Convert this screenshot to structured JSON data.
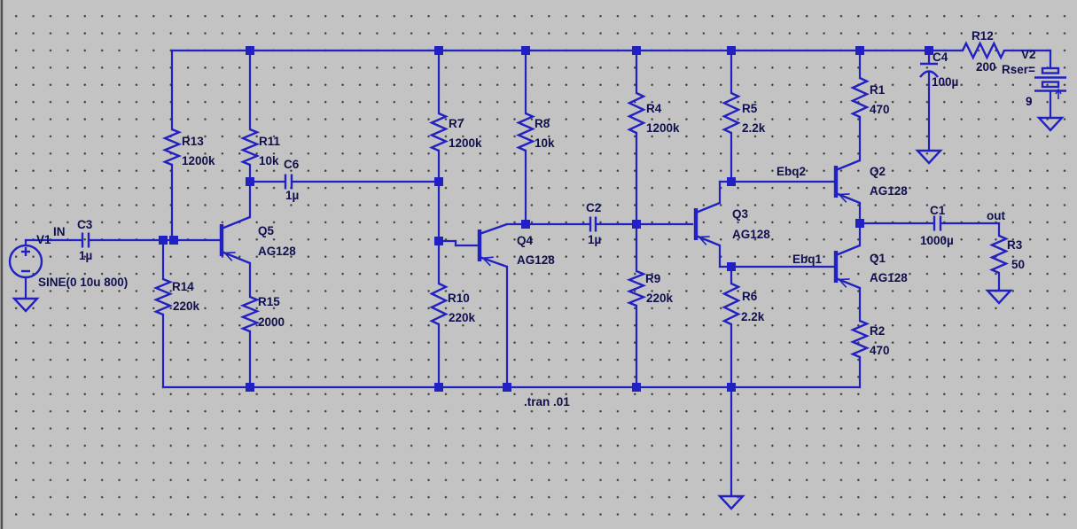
{
  "colors": {
    "wire": "#2121c3",
    "text": "#10104e",
    "background": "#c3c3c3",
    "grid_dot": "#3e3e3e"
  },
  "directive": {
    "text": ".tran .01"
  },
  "nets": {
    "in": "IN",
    "out": "out",
    "ebq1": "Ebq1",
    "ebq2": "Ebq2"
  },
  "sources": {
    "v1": {
      "ref": "V1",
      "model": "SINE(0 10u 800)"
    },
    "v2": {
      "ref": "V2",
      "rser_label": "Rser=",
      "voltage": "9"
    }
  },
  "resistors": {
    "r1": {
      "ref": "R1",
      "value": "470"
    },
    "r2": {
      "ref": "R2",
      "value": "470"
    },
    "r3": {
      "ref": "R3",
      "value": "50"
    },
    "r4": {
      "ref": "R4",
      "value": "1200k"
    },
    "r5": {
      "ref": "R5",
      "value": "2.2k"
    },
    "r6": {
      "ref": "R6",
      "value": "2.2k"
    },
    "r7": {
      "ref": "R7",
      "value": "1200k"
    },
    "r8": {
      "ref": "R8",
      "value": "10k"
    },
    "r9": {
      "ref": "R9",
      "value": "220k"
    },
    "r10": {
      "ref": "R10",
      "value": "220k"
    },
    "r11": {
      "ref": "R11",
      "value": "10k"
    },
    "r12": {
      "ref": "R12",
      "value": "200"
    },
    "r13": {
      "ref": "R13",
      "value": "1200k"
    },
    "r14": {
      "ref": "R14",
      "value": "220k"
    },
    "r15": {
      "ref": "R15",
      "value": "2000"
    }
  },
  "capacitors": {
    "c1": {
      "ref": "C1",
      "value": "1000µ"
    },
    "c2": {
      "ref": "C2",
      "value": "1µ"
    },
    "c3": {
      "ref": "C3",
      "value": "1µ"
    },
    "c4": {
      "ref": "C4",
      "value": "100µ"
    },
    "c6": {
      "ref": "C6",
      "value": "1µ"
    }
  },
  "transistors": {
    "q1": {
      "ref": "Q1",
      "model": "AG128"
    },
    "q2": {
      "ref": "Q2",
      "model": "AG128"
    },
    "q3": {
      "ref": "Q3",
      "model": "AG128"
    },
    "q4": {
      "ref": "Q4",
      "model": "AG128"
    },
    "q5": {
      "ref": "Q5",
      "model": "AG128"
    }
  }
}
